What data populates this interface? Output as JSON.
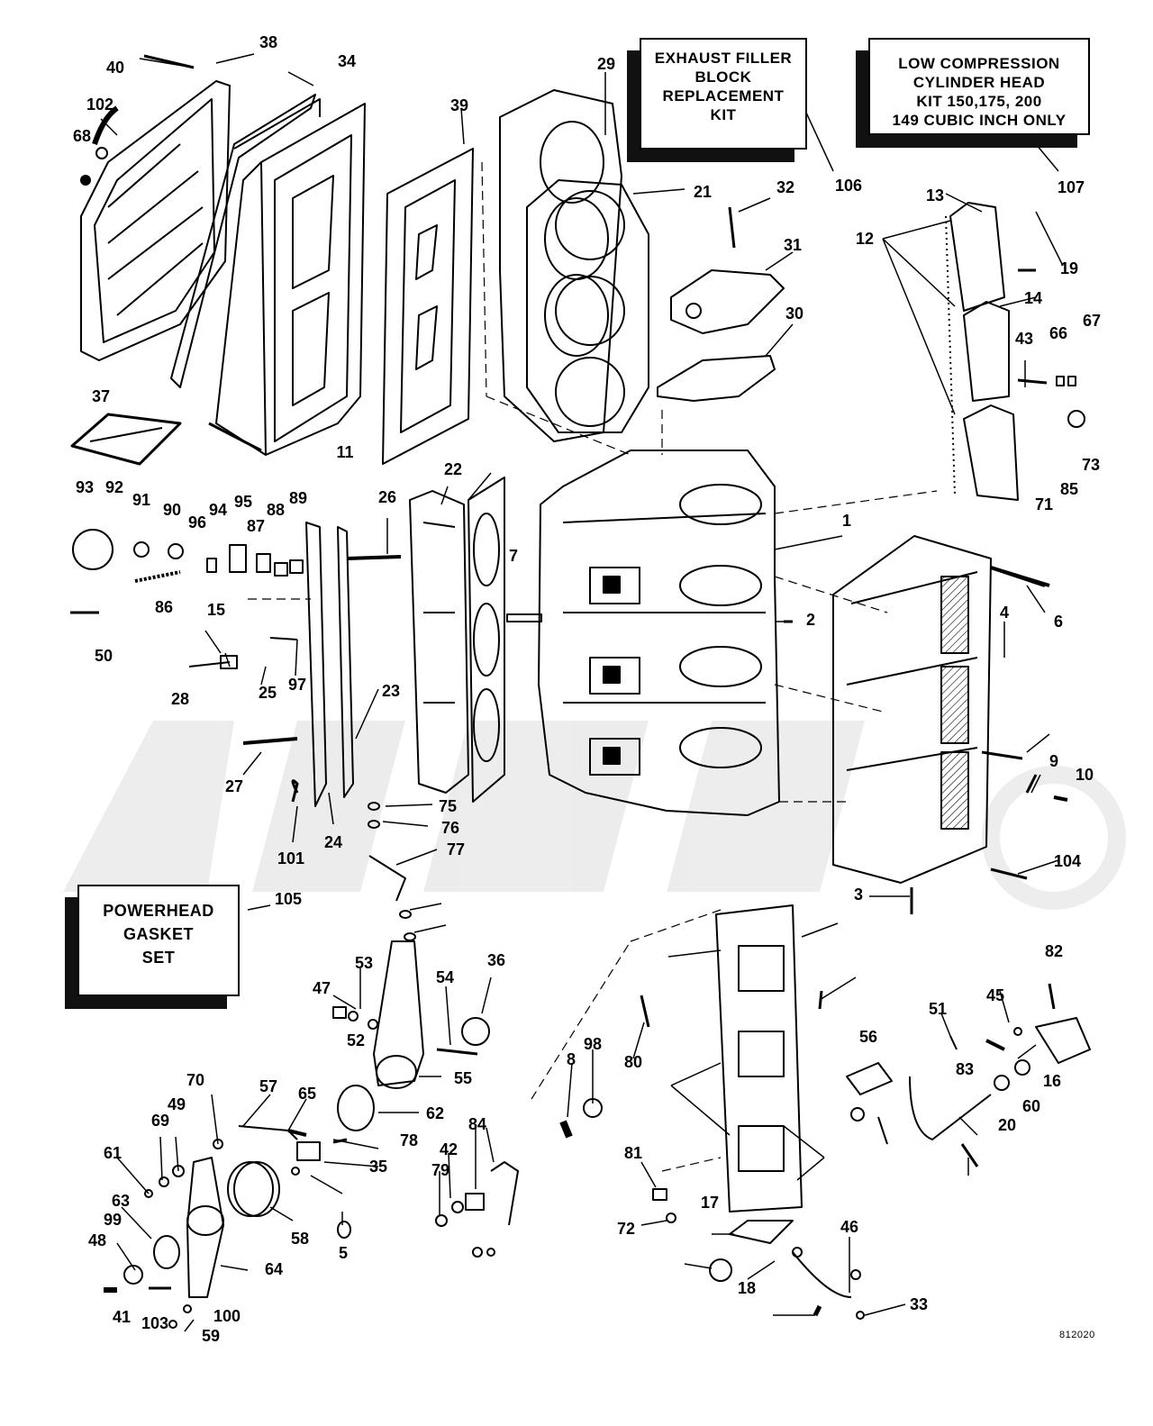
{
  "callout_boxes": {
    "exhaust": [
      "EXHAUST FILLER",
      "BLOCK",
      "REPLACEMENT",
      "KIT"
    ],
    "low_compression": [
      "LOW COMPRESSION",
      "CYLINDER HEAD",
      "KIT 150,175, 200",
      "149 CUBIC INCH ONLY"
    ],
    "gasket_set": [
      "POWERHEAD",
      "GASKET",
      "SET"
    ]
  },
  "drawing_code": "812020",
  "part_numbers": [
    "40",
    "38",
    "34",
    "102",
    "68",
    "39",
    "29",
    "21",
    "32",
    "31",
    "30",
    "106",
    "107",
    "13",
    "12",
    "19",
    "14",
    "43",
    "66",
    "67",
    "73",
    "71",
    "85",
    "37",
    "11",
    "22",
    "26",
    "93",
    "92",
    "91",
    "90",
    "96",
    "94",
    "95",
    "87",
    "88",
    "89",
    "86",
    "15",
    "50",
    "28",
    "25",
    "97",
    "23",
    "27",
    "101",
    "24",
    "7",
    "2",
    "1",
    "4",
    "6",
    "9",
    "10",
    "104",
    "3",
    "75",
    "76",
    "77",
    "105",
    "53",
    "47",
    "54",
    "36",
    "52",
    "55",
    "62",
    "65",
    "57",
    "70",
    "69",
    "49",
    "61",
    "63",
    "99",
    "48",
    "41",
    "103",
    "100",
    "59",
    "64",
    "58",
    "35",
    "78",
    "79",
    "42",
    "84",
    "5",
    "8",
    "98",
    "80",
    "81",
    "72",
    "17",
    "18",
    "46",
    "33",
    "51",
    "45",
    "82",
    "56",
    "83",
    "20",
    "60",
    "16"
  ]
}
